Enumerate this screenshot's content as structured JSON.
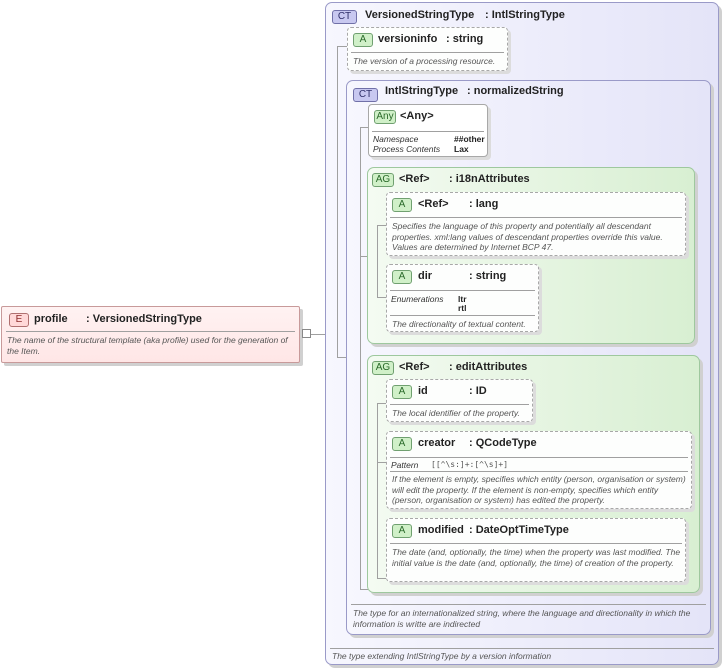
{
  "root_element": {
    "badge": "E",
    "name": "profile",
    "type": ": VersionedStringType",
    "description": "The name of the structural template (aka profile) used for the generation of the Item."
  },
  "versioned_type": {
    "badge": "CT",
    "name": "VersionedStringType",
    "base": ": IntlStringType",
    "description": "The type extending IntlStringType by a version information",
    "versioninfo": {
      "badge": "A",
      "name": "versioninfo",
      "type": ": string",
      "description": "The version of a processing resource."
    }
  },
  "intl_type": {
    "badge": "CT",
    "name": "IntlStringType",
    "base": ": normalizedString",
    "description": "The type for an internationalized string, where the language and directionality in which the information is writte are indirected",
    "any": {
      "badge": "Any",
      "name": "<Any>",
      "namespace_label": "Namespace",
      "namespace_value": "##other",
      "process_label": "Process Contents",
      "process_value": "Lax"
    }
  },
  "i18n_group": {
    "badge": "AG",
    "ref": "<Ref>",
    "name": ": i18nAttributes",
    "lang": {
      "badge": "A",
      "ref": "<Ref>",
      "type": ": lang",
      "description": "Specifies the language of this property and potentially all descendant properties. xml:lang values of descendant properties override this value. Values are determined by Internet BCP 47."
    },
    "dir": {
      "badge": "A",
      "name": "dir",
      "type": ": string",
      "enum_label": "Enumerations",
      "enum_values": [
        "ltr",
        "rtl"
      ],
      "description": "The directionality of textual content."
    }
  },
  "edit_group": {
    "badge": "AG",
    "ref": "<Ref>",
    "name": ": editAttributes",
    "id": {
      "badge": "A",
      "name": "id",
      "type": ": ID",
      "description": "The local identifier of the property."
    },
    "creator": {
      "badge": "A",
      "name": "creator",
      "type": ": QCodeType",
      "pattern_label": "Pattern",
      "pattern_value": "[[^\\s:]+:[^\\s]+]",
      "description": "If the element is empty, specifies which entity (person, organisation or system) will edit the property. If the element is non-empty, specifies which entity (person, organisation or system) has edited the property."
    },
    "modified": {
      "badge": "A",
      "name": "modified",
      "type": ": DateOptTimeType",
      "description": "The date (and, optionally, the time) when the property was last modified. The initial value is the date (and, optionally, the time) of creation of the property."
    }
  }
}
